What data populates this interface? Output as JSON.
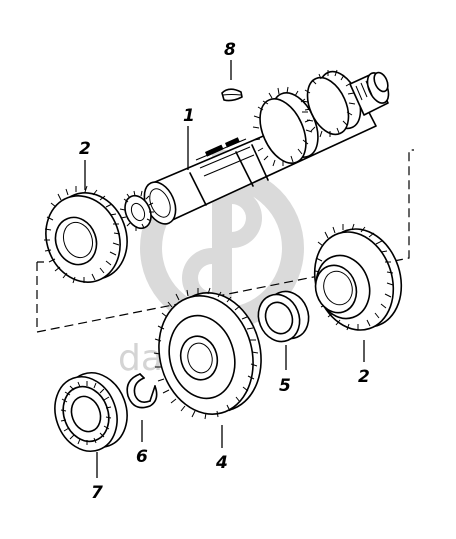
{
  "diagram": {
    "callouts": [
      {
        "id": "1",
        "label": "1"
      },
      {
        "id": "2a",
        "label": "2"
      },
      {
        "id": "2b",
        "label": "2"
      },
      {
        "id": "4",
        "label": "4"
      },
      {
        "id": "5",
        "label": "5"
      },
      {
        "id": "6",
        "label": "6"
      },
      {
        "id": "7",
        "label": "7"
      },
      {
        "id": "8",
        "label": "8"
      }
    ],
    "watermark": {
      "text": "daparts",
      "color": "#d4d4d4"
    },
    "line_color": "#000000",
    "background": "#ffffff"
  }
}
